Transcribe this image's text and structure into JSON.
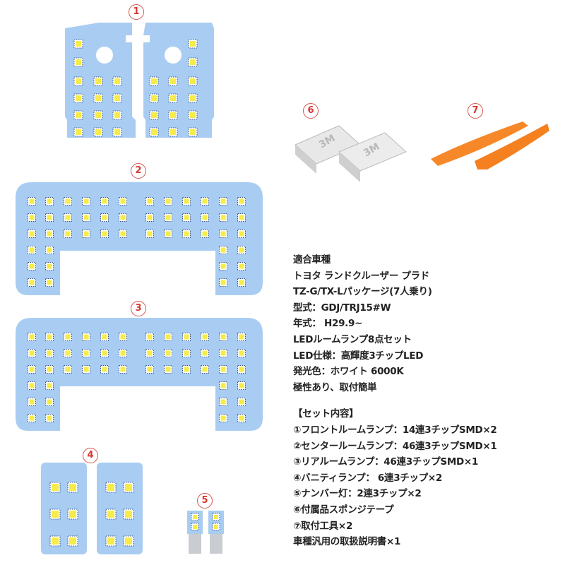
{
  "labels": {
    "p1": "1",
    "p2": "2",
    "p3": "3",
    "p4": "4",
    "p5": "5",
    "p6": "6",
    "p7": "7"
  },
  "colors": {
    "panel": "#a9cdf2",
    "led": "#f5ec4a",
    "badge": "#d9362f",
    "tool": "#f7882a",
    "text": "#222222"
  },
  "specs": {
    "lines": [
      "適合車種",
      " トヨタ ランドクルーザー プラド",
      "TZ-G/TX-Lパッケージ(7人乗り)",
      "型式：GDJ/TRJ15#W",
      "年式： H29.9~",
      "LEDルームランプ8点セット",
      "LED仕様：高輝度3チップLED",
      "発光色：ホワイト 6000K",
      "極性あり、取付簡単"
    ],
    "set_title": "【セット内容】",
    "set_items": [
      "①フロントルームランプ：14連3チップSMD×2",
      "②センタールームランプ：46連3チップSMD×1",
      "③リアルームランプ：46連3チップSMD×1",
      "④バニティランプ： 6連3チップ×2",
      "⑤ナンバー灯：2連3チップ×2",
      "⑥付属品スポンジテープ",
      "⑦取付工具×2",
      "車種汎用の取扱説明書×1"
    ]
  },
  "tape_logo": "3M"
}
